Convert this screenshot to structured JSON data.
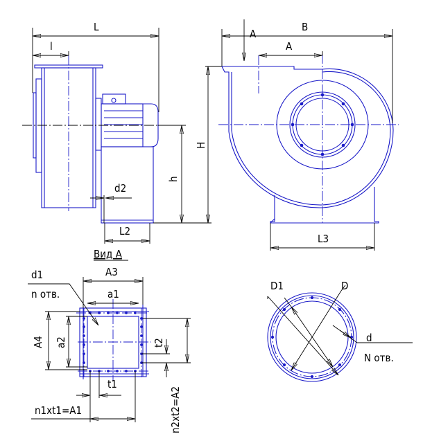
{
  "drawing": {
    "colors": {
      "outline": "#1a1ac8",
      "dimension": "#000000"
    },
    "side_view": {
      "L": "L",
      "l": "l",
      "h": "h",
      "H": "H",
      "d2": "d2",
      "L2": "L2"
    },
    "front_view": {
      "A_arrow": "A",
      "B": "B",
      "A": "A",
      "L3": "L3"
    },
    "view_a": {
      "title": "Вид А",
      "A3": "A3",
      "d1": "d1",
      "n_holes": "n отв.",
      "a1": "a1",
      "A4": "A4",
      "a2": "a2",
      "t2": "t2",
      "t1": "t1",
      "n1t1": "n1xt1=A1",
      "n2t2": "n2xt2=A2"
    },
    "flange_view": {
      "D1": "D1",
      "D": "D",
      "d": "d",
      "N_holes": "N отв."
    }
  }
}
